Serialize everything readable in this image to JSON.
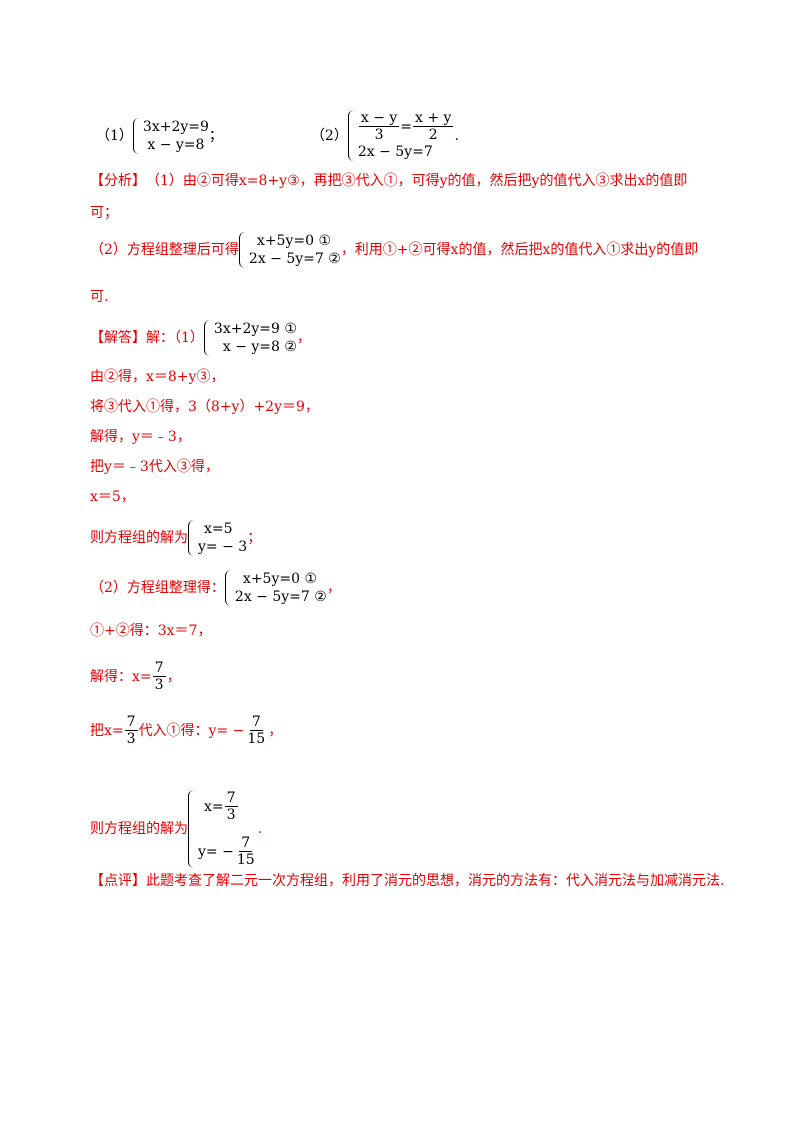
{
  "problem": {
    "p1_label": "（1）",
    "p1_eq1": "3x+2y=9",
    "p1_eq2": "x − y=8",
    "p1_tail": "；",
    "p2_label": "（2）",
    "p2_frac1_num": "x − y",
    "p2_frac1_den": "3",
    "p2_eq_sign": "=",
    "p2_frac2_num": "x + y",
    "p2_frac2_den": "2",
    "p2_eq2": "2x − 5y=7",
    "p2_tail": "."
  },
  "analysis": {
    "tag": "【分析】",
    "line1": "（1）由②可得x=8+y③，再把③代入①，可得y的值，然后把y的值代入③求出x的值即",
    "line2": "可；",
    "line3_pre": "（2）方程组整理后可得",
    "sys_eq1": "x+5y=0 ①",
    "sys_eq2": "2x − 5y=7 ②",
    "line3_post": "，利用①+②可得x的值，然后把x的值代入①求出y的值即",
    "line4": "可."
  },
  "solution": {
    "tag": "【解答】",
    "intro": "解：（1）",
    "sys1_eq1": "3x+2y=9 ①",
    "sys1_eq2": "x − y=8 ②",
    "sys1_tail": "，",
    "step1": "由②得，x＝8+y③，",
    "step2": "将③代入①得，3（8+y）+2y＝9，",
    "step3": "解得，y＝﹣3，",
    "step4": "把y＝﹣3代入③得，",
    "step5": "x＝5，",
    "result1_pre": "则方程组的解为",
    "result1_eq1": "x=5",
    "result1_eq2": "y= − 3",
    "result1_tail": "；",
    "p2_pre": "（2）方程组整理得：",
    "sys2_eq1": "x+5y=0 ①",
    "sys2_eq2": "2x − 5y=7 ②",
    "sys2_tail": "，",
    "step6": "①+②得：3x＝7，",
    "step7_pre": "解得：x=",
    "step7_num": "7",
    "step7_den": "3",
    "step7_tail": "，",
    "step8_pre": "把x=",
    "step8_num": "7",
    "step8_den": "3",
    "step8_mid": "代入①得：y= −",
    "step8_num2": "7",
    "step8_den2": "15",
    "step8_tail": "，",
    "result2_pre": "则方程组的解为",
    "result2_x": "x=",
    "result2_x_num": "7",
    "result2_x_den": "3",
    "result2_y": "y= −",
    "result2_y_num": "7",
    "result2_y_den": "15",
    "result2_tail": "."
  },
  "comment": {
    "tag": "【点评】",
    "text": "此题考查了解二元一次方程组，利用了消元的思想，消元的方法有：代入消元法与加减消元法."
  }
}
